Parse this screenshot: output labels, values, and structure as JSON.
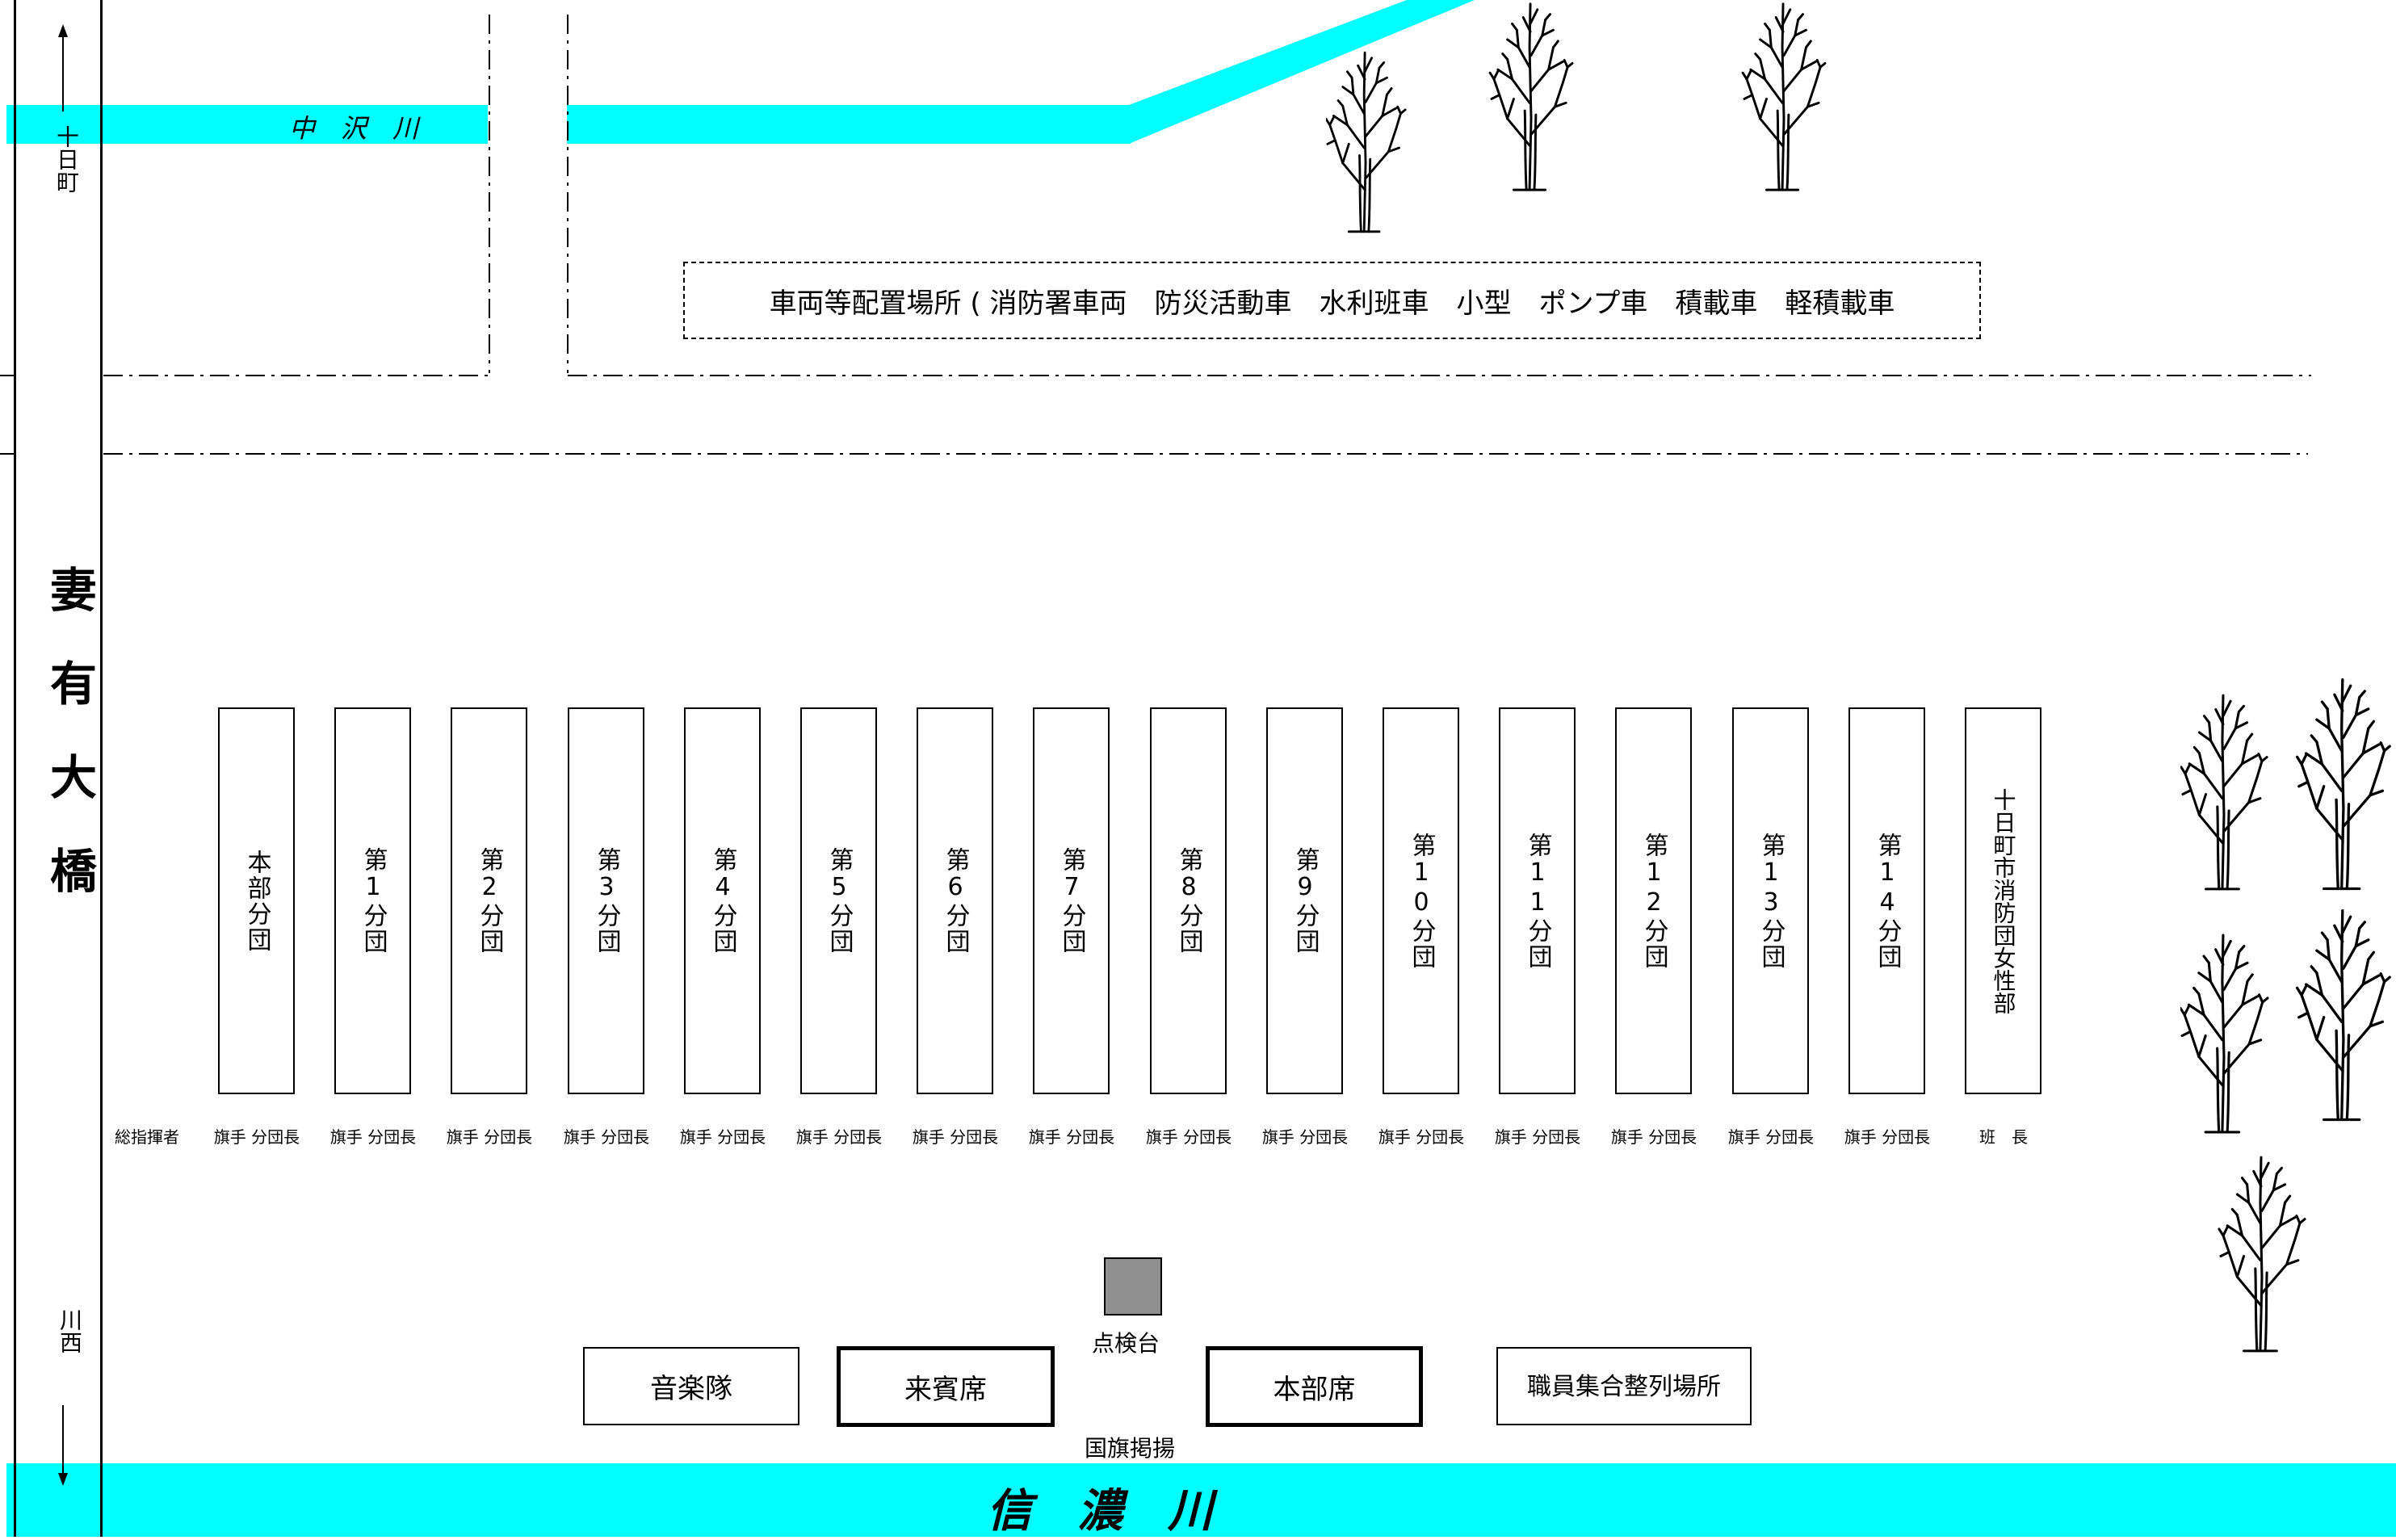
{
  "colors": {
    "river": "#00ffff",
    "inspection_stand": "#909090"
  },
  "rivers": {
    "nakazawa": "中　沢　川",
    "shinano": "信　濃　川"
  },
  "bridge": {
    "name": "妻有大橋",
    "north_label": "十日町",
    "south_label": "川西"
  },
  "vehicle_area": "車両等配置場所 ( 消防署車両　防災活動車　水利班車　小型　ポンプ車　積載車　軽積載車",
  "units": [
    {
      "name": "本部分団",
      "role": "旗手 分団長"
    },
    {
      "name": "第1分団",
      "role": "旗手 分団長"
    },
    {
      "name": "第2分団",
      "role": "旗手 分団長"
    },
    {
      "name": "第3分団",
      "role": "旗手 分団長"
    },
    {
      "name": "第4分団",
      "role": "旗手 分団長"
    },
    {
      "name": "第5分団",
      "role": "旗手 分団長"
    },
    {
      "name": "第6分団",
      "role": "旗手 分団長"
    },
    {
      "name": "第7分団",
      "role": "旗手 分団長"
    },
    {
      "name": "第8分団",
      "role": "旗手 分団長"
    },
    {
      "name": "第9分団",
      "role": "旗手 分団長"
    },
    {
      "name": "第10分団",
      "role": "旗手 分団長"
    },
    {
      "name": "第11分団",
      "role": "旗手 分団長"
    },
    {
      "name": "第12分団",
      "role": "旗手 分団長"
    },
    {
      "name": "第13分団",
      "role": "旗手 分団長"
    },
    {
      "name": "第14分団",
      "role": "旗手 分団長"
    },
    {
      "name": "十日町市消防団女性部",
      "role": "班　長"
    }
  ],
  "commander": "総指揮者",
  "inspection_stand": "点検台",
  "flag_raising": "国旗掲揚",
  "seats": {
    "band": "音楽隊",
    "guests": "来賓席",
    "headquarters": "本部席",
    "staff": "職員集合整列場所"
  },
  "icons": {
    "tree": "bare-tree-icon",
    "arrow_up": "arrow-up-icon",
    "arrow_down": "arrow-down-icon"
  }
}
